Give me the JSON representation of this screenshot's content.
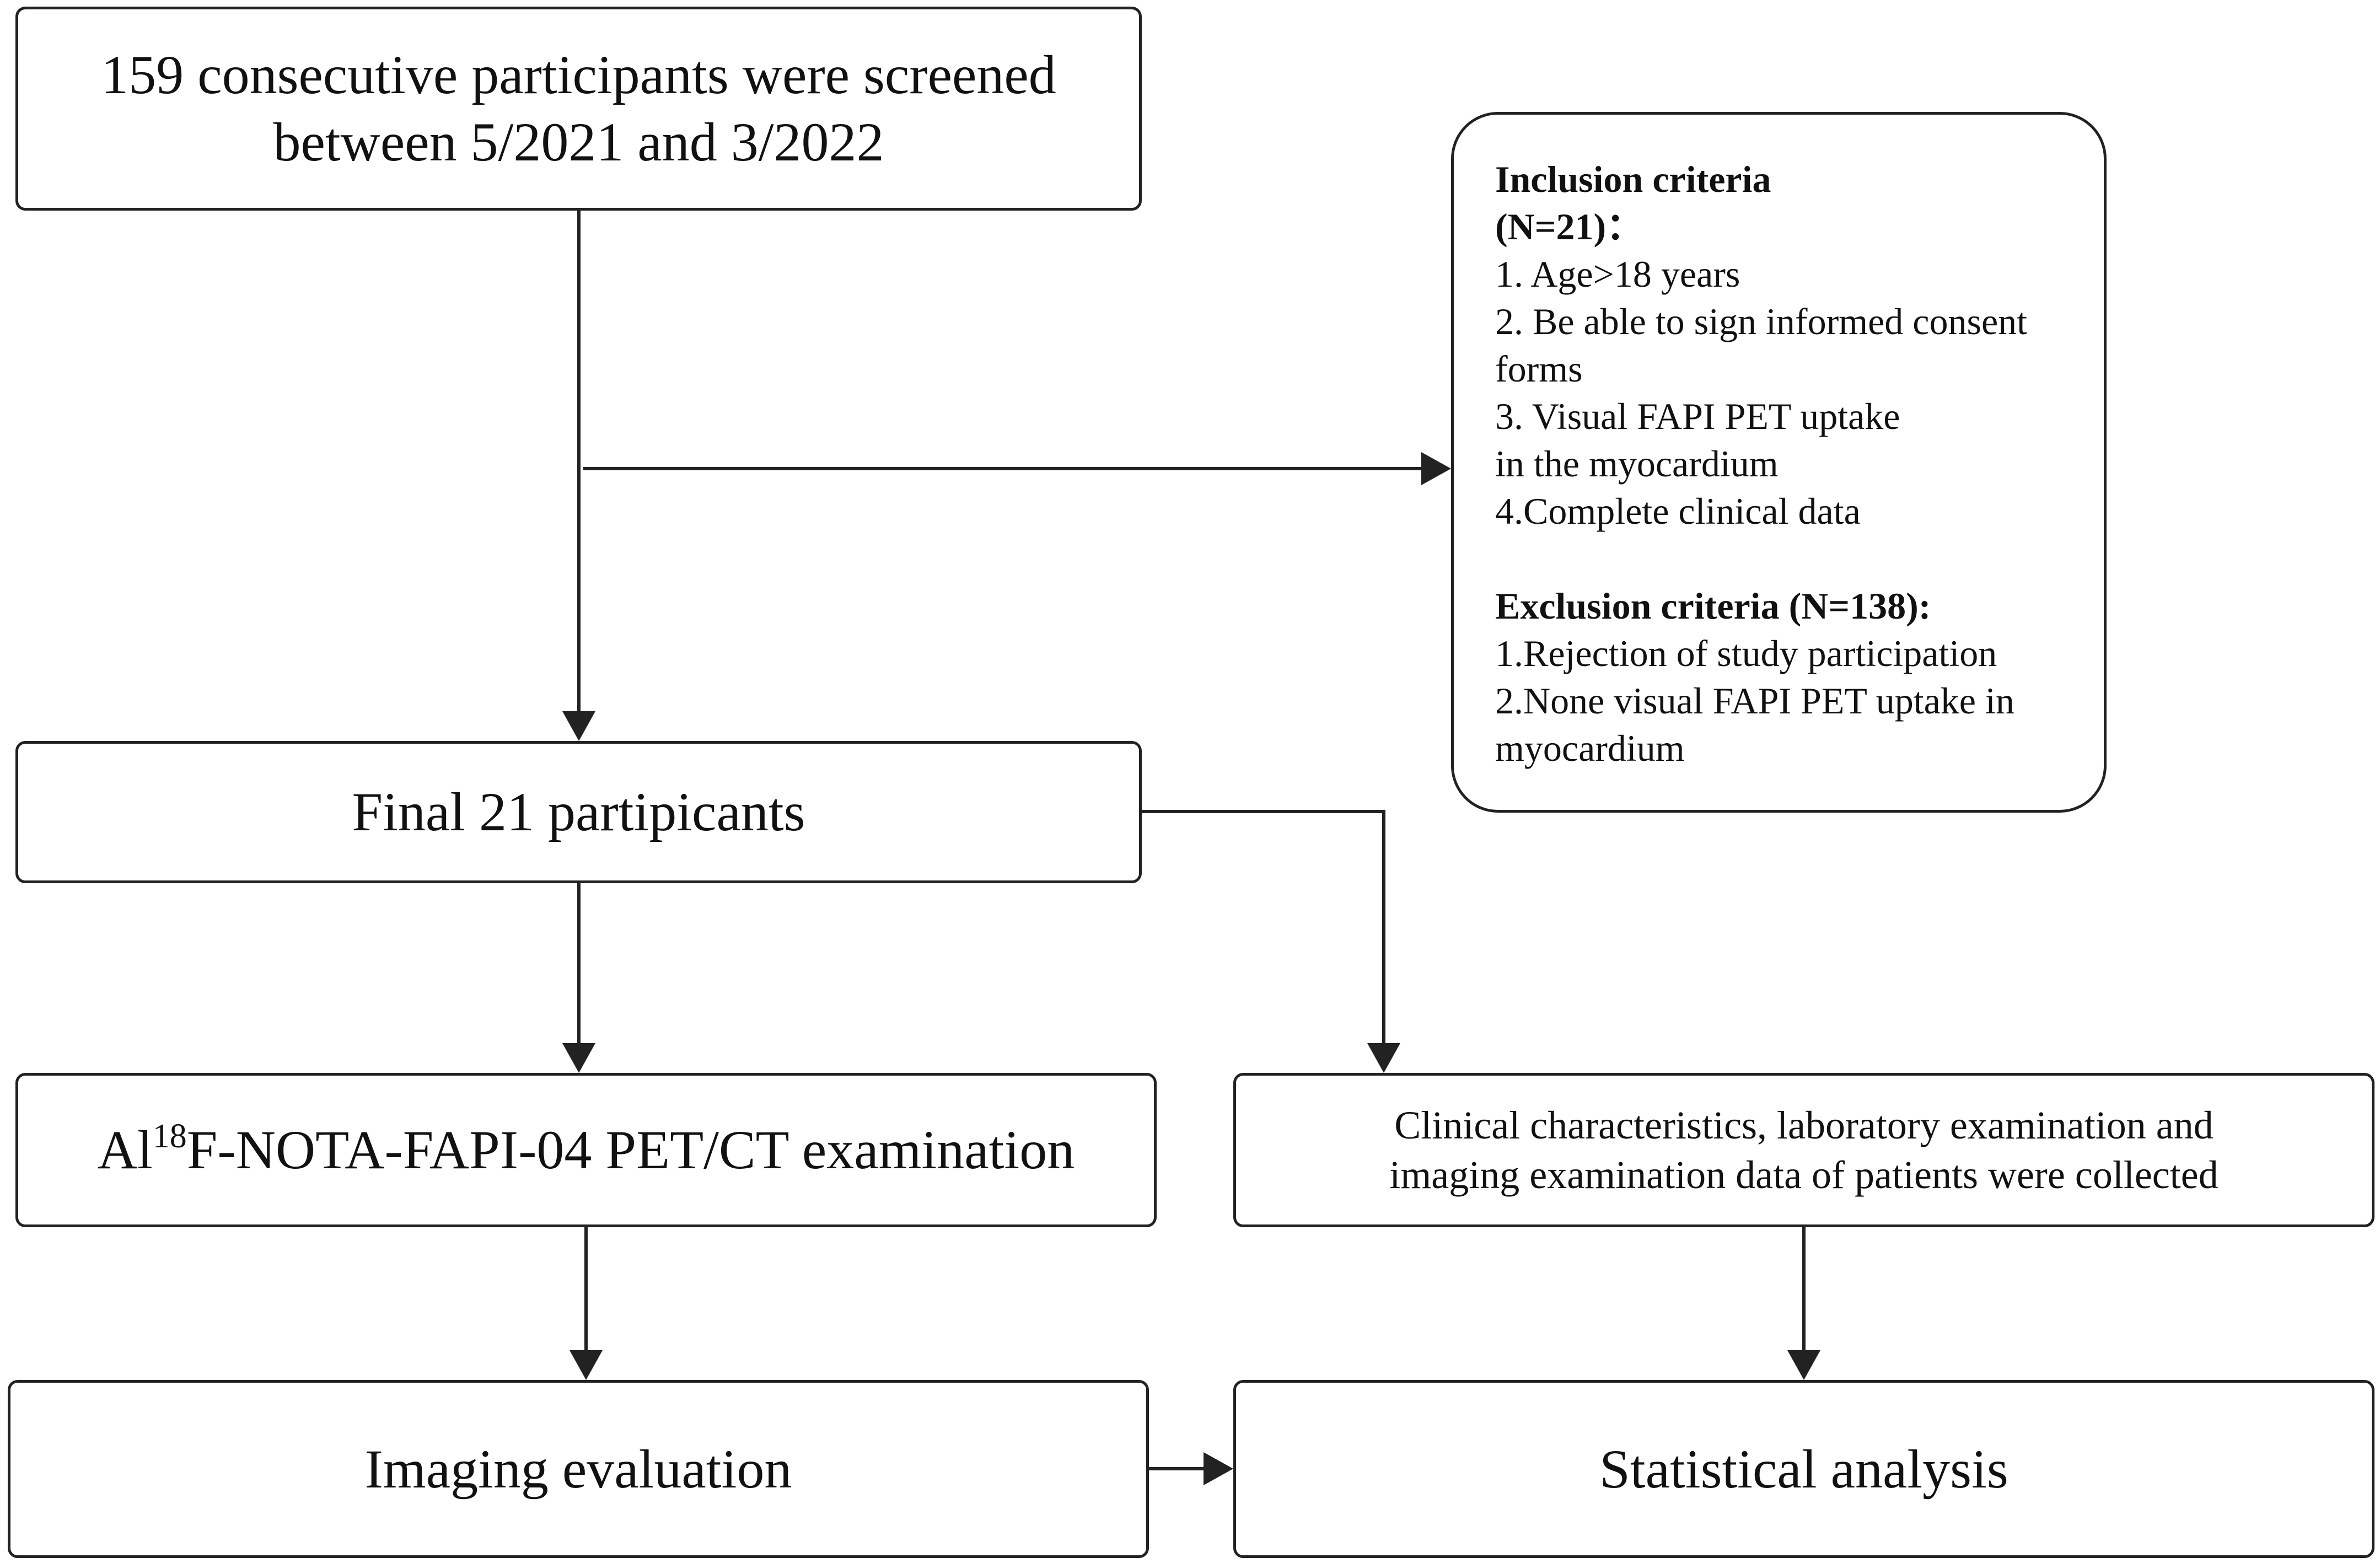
{
  "screening": {
    "line1": "159 consecutive participants were screened",
    "line2": "between 5/2021 and 3/2022"
  },
  "criteria": {
    "inclusion_title": "Inclusion criteria",
    "inclusion_count": "(N=21)：",
    "inclusion_items": [
      "1. Age>18 years",
      "2. Be able to sign informed consent",
      "forms",
      "3. Visual FAPI PET uptake",
      "in the myocardium",
      "4.Complete clinical data"
    ],
    "exclusion_title": "Exclusion criteria (N=138):",
    "exclusion_items": [
      "1.Rejection of study participation",
      "2.None visual FAPI PET uptake in",
      "myocardium"
    ]
  },
  "final": {
    "label": "Final 21 partipicants"
  },
  "petct": {
    "prefix": "Al",
    "superscript": "18",
    "suffix": "F-NOTA-FAPI-04 PET/CT examination"
  },
  "clinical": {
    "line1": "Clinical characteristics, laboratory examination and",
    "line2": "imaging examination data of patients were collected"
  },
  "imaging": {
    "label": "Imaging evaluation"
  },
  "statistical": {
    "label": "Statistical analysis"
  }
}
